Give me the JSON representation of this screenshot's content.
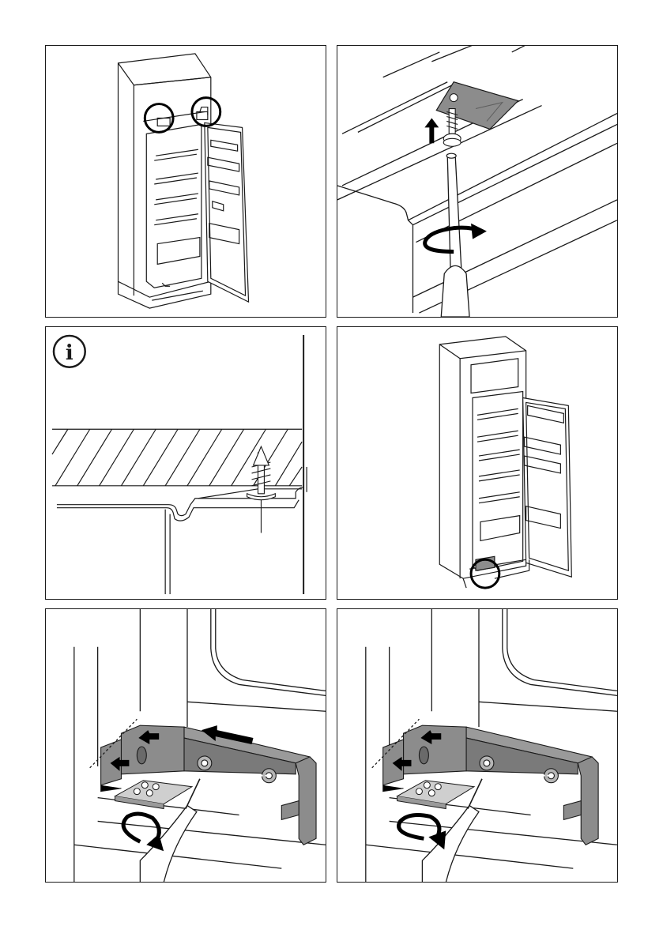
{
  "colors": {
    "line": "#1a1a1a",
    "hinge_fill": "#8c8c8c",
    "hinge_dark": "#5e5e5e",
    "plate_fill": "#7a7a7a",
    "background": "#ffffff"
  },
  "panels": [
    {
      "id": "p1",
      "subject": "fridge-open-door-top-hinges-circled"
    },
    {
      "id": "p2",
      "subject": "screwdriver-remove-top-hinge-screw"
    },
    {
      "id": "p3",
      "subject": "info-screw-cross-section",
      "icon": "info-icon",
      "icon_letter": "i"
    },
    {
      "id": "p4",
      "subject": "fridge-open-door-bottom-hinge-circled"
    },
    {
      "id": "p5",
      "subject": "bottom-hinge-loosen-screws-slide"
    },
    {
      "id": "p6",
      "subject": "bottom-hinge-tighten-screws"
    }
  ]
}
